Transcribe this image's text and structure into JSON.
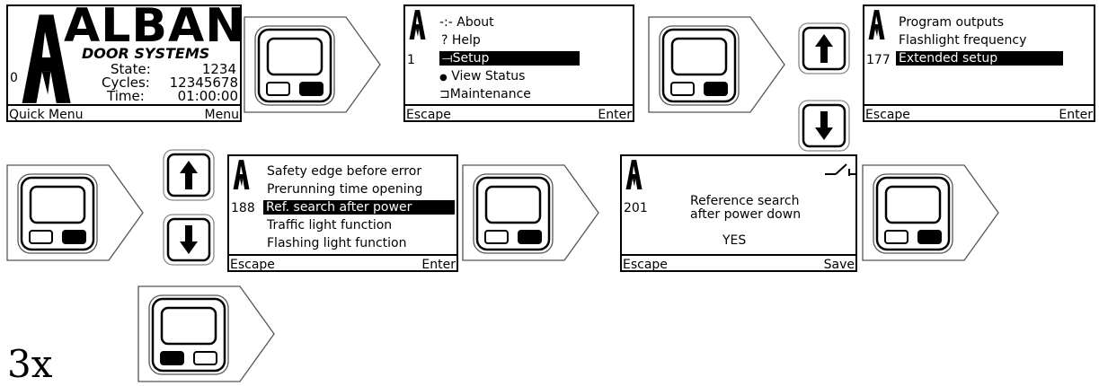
{
  "screens": {
    "home": {
      "brand": "ALBANY",
      "brand_sub": "DOOR SYSTEMS",
      "line_number": "0",
      "state_label": "State:",
      "state_value": "1234",
      "cycles_label": "Cycles:",
      "cycles_value": "12345678",
      "time_label": "Time:",
      "time_value": "01:00:00",
      "left_soft": "Quick Menu",
      "right_soft": "Menu"
    },
    "main_menu": {
      "line_number": "1",
      "items": [
        {
          "icon": "-:-",
          "label": "About"
        },
        {
          "icon": "?",
          "label": "Help"
        },
        {
          "icon": "⟞",
          "label": "Setup"
        },
        {
          "icon": "●",
          "label": "View Status"
        },
        {
          "icon": "⊐",
          "label": "Maintenance"
        }
      ],
      "left_soft": "Escape",
      "right_soft": "Enter"
    },
    "setup_menu": {
      "line_number": "177",
      "items": [
        "Program outputs",
        "Flashlight frequency",
        "Extended setup"
      ],
      "left_soft": "Escape",
      "right_soft": "Enter"
    },
    "extended_menu": {
      "line_number": "188",
      "items": [
        "Safety edge before error",
        "Prerunning time opening",
        "Ref. search after power",
        "Traffic light function",
        "Flashing light function"
      ],
      "left_soft": "Escape",
      "right_soft": "Enter"
    },
    "ref_search": {
      "line_number": "201",
      "line1": "Reference search",
      "line2": "after power down",
      "value": "YES",
      "left_soft": "Escape",
      "right_soft": "Save"
    }
  },
  "repeat_label": "3x",
  "icons": {
    "keypad": "keypad-right-softkey-icon",
    "keypad_left": "keypad-left-softkey-icon",
    "up": "arrow-up-icon",
    "down": "arrow-down-icon",
    "logo": "albany-a-logo-icon",
    "switch": "switch-icon"
  }
}
